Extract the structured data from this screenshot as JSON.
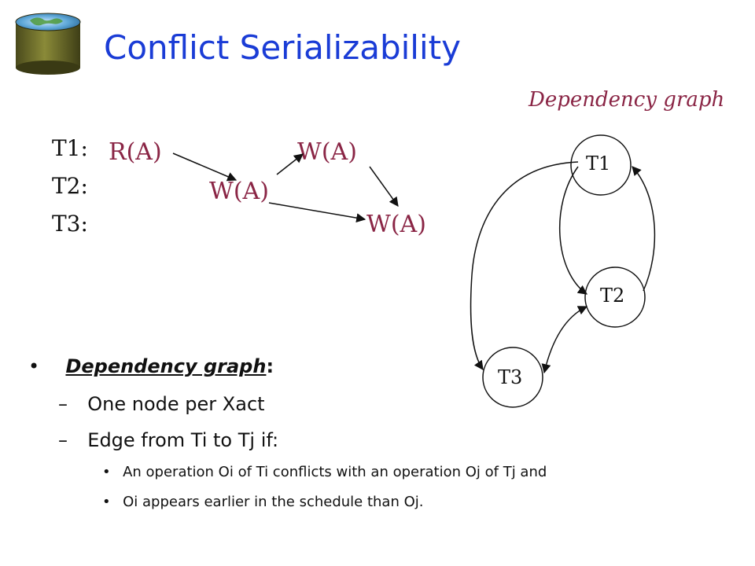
{
  "slide": {
    "title": "Conflict Serializability",
    "graph_caption": "Dependency graph"
  },
  "schedule": {
    "rows": [
      "T1:",
      "T2:",
      "T3:"
    ],
    "ops": {
      "t1_read": "R(A)",
      "t1_write": "W(A)",
      "t2_write": "W(A)",
      "t3_write": "W(A)"
    }
  },
  "graph": {
    "nodes": [
      "T1",
      "T2",
      "T3"
    ]
  },
  "bullets": {
    "main_bullet": "•",
    "main_term": "Dependency graph",
    "main_suffix": ":",
    "sub_dash": "–",
    "sub1": "One node per Xact",
    "sub2": "Edge from Ti to Tj if:",
    "subsub_bullet": "•",
    "subsub1": "An operation Oi of Ti conflicts with an operation Oj of Tj and",
    "subsub2": "Oi appears earlier in the schedule than Oj."
  },
  "colors": {
    "title": "#1a3cd6",
    "operation": "#8a2545",
    "text": "#111111"
  },
  "icons": {
    "logo": "database-cylinder-icon"
  }
}
